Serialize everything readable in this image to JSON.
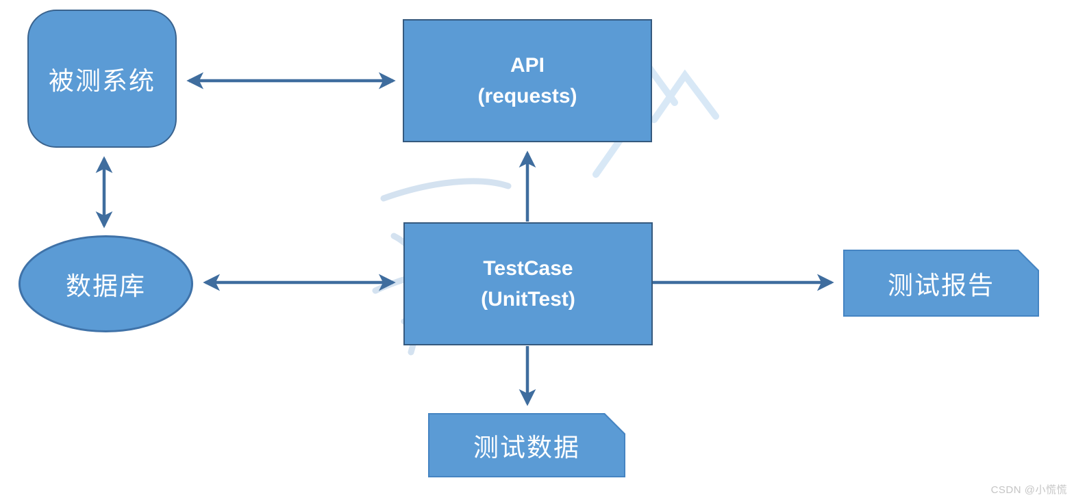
{
  "diagram": {
    "title": "",
    "colors": {
      "node_fill": "#5b9bd5",
      "node_border": "#35597e",
      "card_border": "#4584c2",
      "arrow": "#3f6d9e",
      "label_text": "#ffffff"
    },
    "nodes": [
      {
        "id": "system-under-test",
        "label": "被测系统",
        "shape": "rounded-rectangle"
      },
      {
        "id": "api",
        "label": "API",
        "sublabel": "(requests)",
        "shape": "rectangle"
      },
      {
        "id": "database",
        "label": "数据库",
        "shape": "ellipse"
      },
      {
        "id": "testcase",
        "label": "TestCase",
        "sublabel": "(UnitTest)",
        "shape": "rectangle"
      },
      {
        "id": "test-report",
        "label": "测试报告",
        "shape": "card-clipped-corner"
      },
      {
        "id": "test-data",
        "label": "测试数据",
        "shape": "card-clipped-corner"
      }
    ],
    "edges": [
      {
        "from": "system-under-test",
        "to": "api",
        "direction": "bidirectional"
      },
      {
        "from": "system-under-test",
        "to": "database",
        "direction": "bidirectional"
      },
      {
        "from": "database",
        "to": "testcase",
        "direction": "bidirectional"
      },
      {
        "from": "testcase",
        "to": "api",
        "direction": "one-way"
      },
      {
        "from": "testcase",
        "to": "test-report",
        "direction": "one-way"
      },
      {
        "from": "testcase",
        "to": "test-data",
        "direction": "one-way"
      }
    ]
  },
  "watermark": {
    "credit": "CSDN @小慌慌"
  }
}
